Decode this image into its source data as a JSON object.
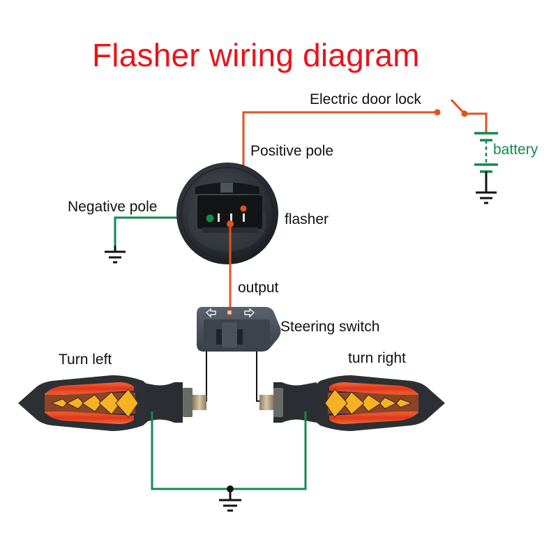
{
  "title": "Flasher wiring diagram",
  "labels": {
    "electric_door_lock": "Electric door lock",
    "positive_pole": "Positive pole",
    "negative_pole": "Negative pole",
    "flasher": "flasher",
    "battery": "battery",
    "output": "output",
    "steering_switch": "Steering switch",
    "turn_left": "Turn left",
    "turn_right": "turn right"
  },
  "colors": {
    "title": "#e8141a",
    "positive_wire": "#e0531e",
    "ground_wire": "#118a4f",
    "signal_wire": "#111111",
    "battery_label": "#118a4f",
    "lamp_body": "#2c2f33",
    "lamp_red": "#e8401e",
    "lamp_amber": "#f5b323"
  },
  "components": [
    {
      "name": "flasher",
      "pins": [
        "negative pole",
        "output",
        "positive pole"
      ]
    },
    {
      "name": "steering switch",
      "arrows": [
        "left-arrow",
        "right-arrow"
      ]
    },
    {
      "name": "battery"
    },
    {
      "name": "electric door lock switch"
    },
    {
      "name": "turn signal left"
    },
    {
      "name": "turn signal right"
    }
  ]
}
